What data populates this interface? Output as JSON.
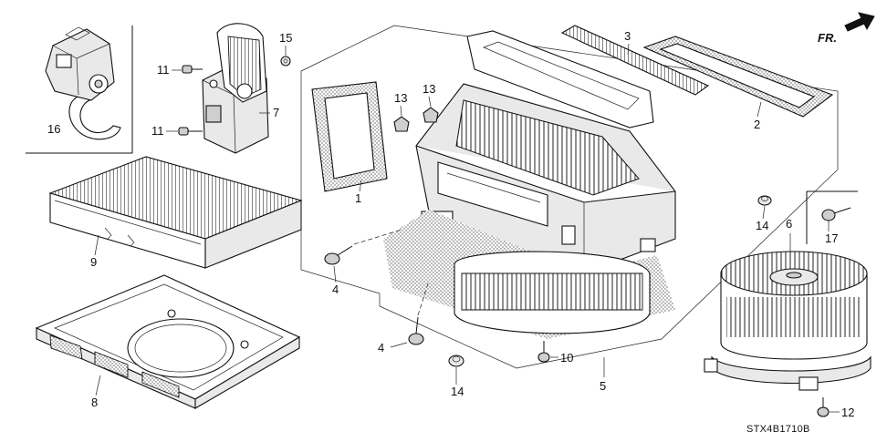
{
  "callouts": {
    "c1": "1",
    "c2": "2",
    "c3": "3",
    "c4a": "4",
    "c4b": "4",
    "c5": "5",
    "c6": "6",
    "c7": "7",
    "c8": "8",
    "c9": "9",
    "c10": "10",
    "c11a": "11",
    "c11b": "11",
    "c12": "12",
    "c13a": "13",
    "c13b": "13",
    "c14a": "14",
    "c14b": "14",
    "c15": "15",
    "c16": "16",
    "c17": "17"
  },
  "direction_label": "FR.",
  "diagram_code": "STX4B1710B",
  "icons": {
    "direction": "front-direction-arrow-icon"
  }
}
